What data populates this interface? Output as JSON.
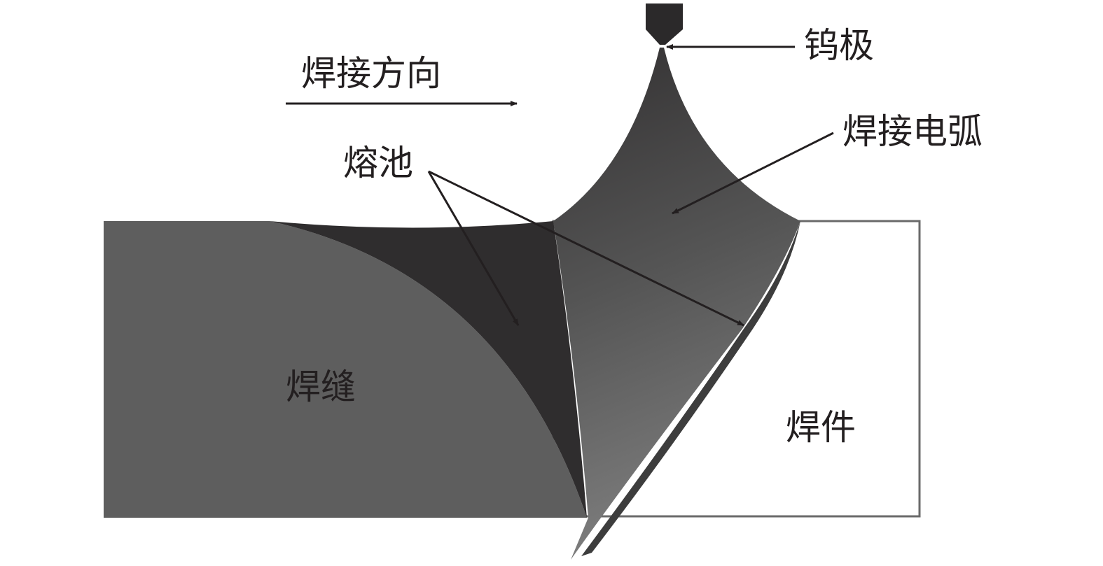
{
  "labels": {
    "welding_direction": "焊接方向",
    "tungsten_electrode": "钨极",
    "welding_arc": "焊接电弧",
    "molten_pool": "熔池",
    "weld_seam": "焊缝",
    "workpiece": "焊件"
  },
  "colors": {
    "weld_seam": "#5e5e5e",
    "molten_pool": "#2f2d2e",
    "arc_top": "#333132",
    "arc_bottom": "#7a7a7a",
    "electrode": "#2b292a",
    "arrow": "#231f20"
  }
}
